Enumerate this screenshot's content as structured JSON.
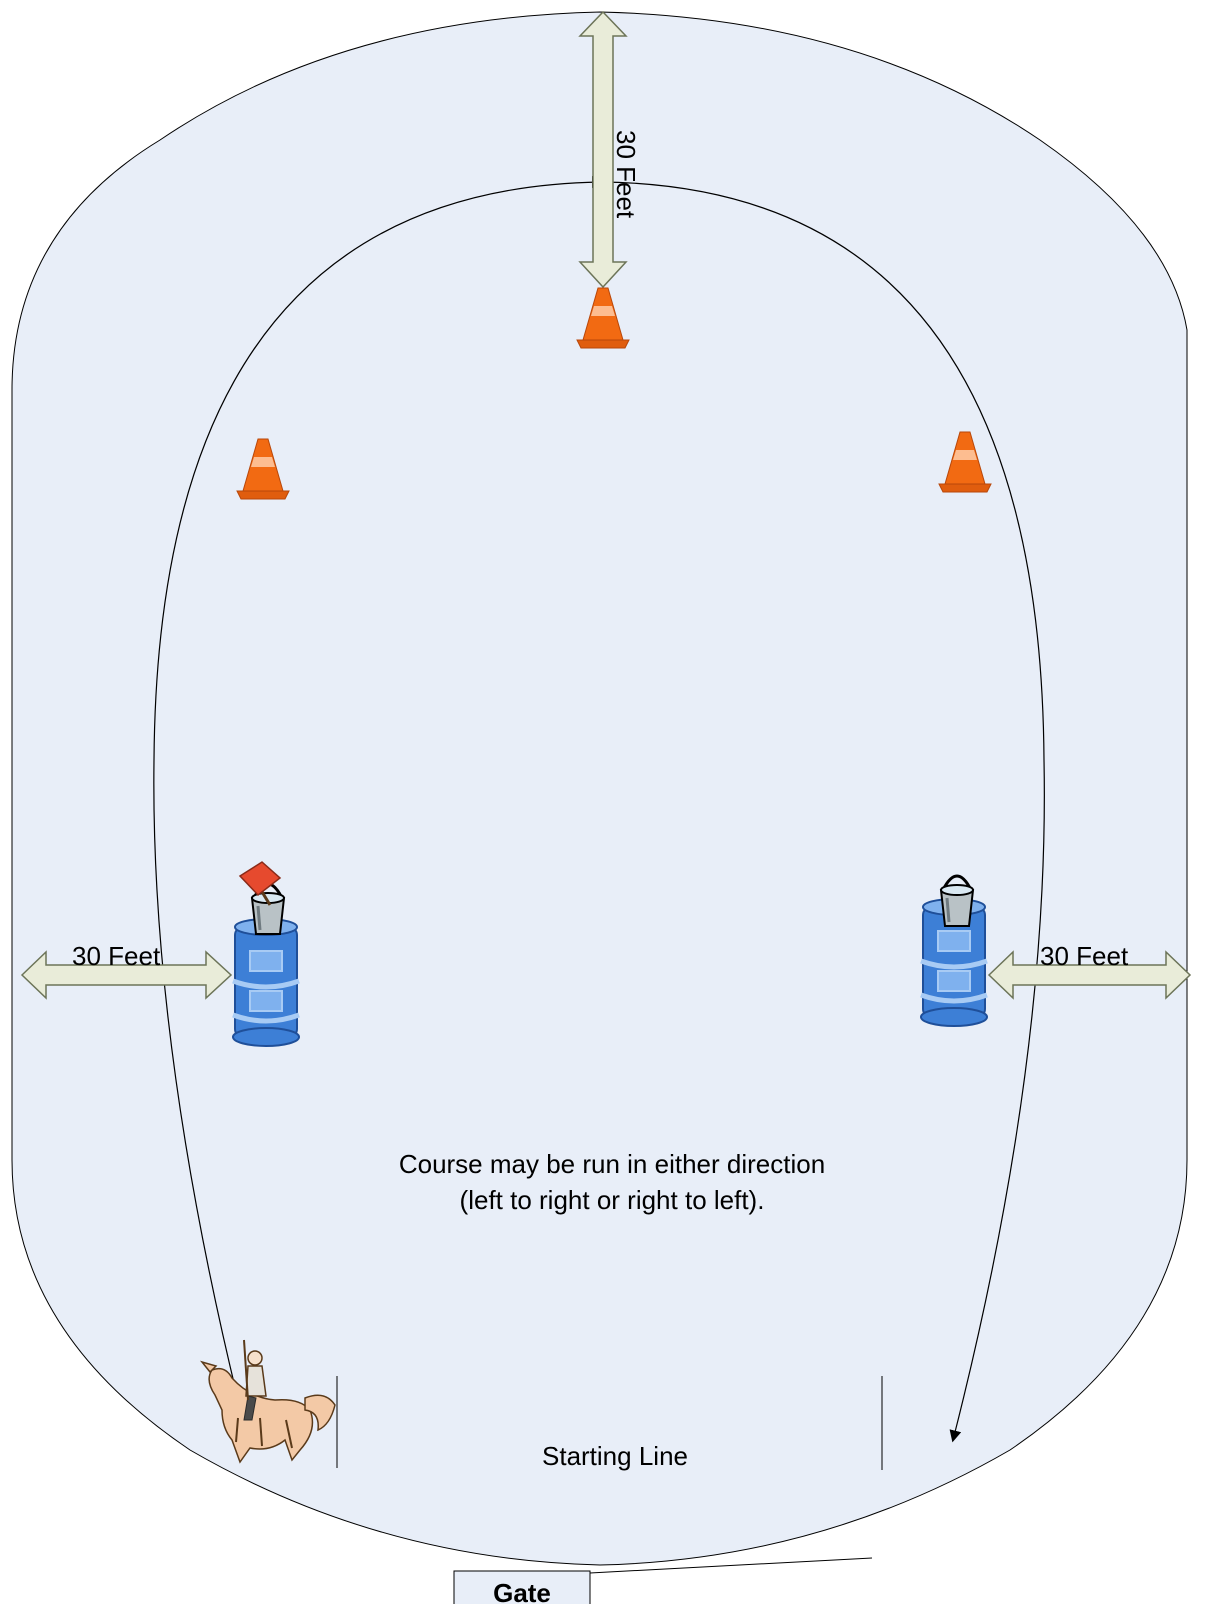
{
  "labels": {
    "top_distance": "30 Feet",
    "left_distance": "30 Feet",
    "right_distance": "30 Feet",
    "note_line1": "Course may be run in either direction",
    "note_line2": "(left to right or right to left).",
    "starting_line": "Starting Line",
    "gate": "Gate"
  },
  "colors": {
    "arena_fill": "#e8eef8",
    "arrow_fill": "#e9ecd9",
    "cone": "#f26a12",
    "barrel": "#3d7fd6",
    "bucket": "#6f7a80",
    "flag": "#e64a2e"
  },
  "icons": [
    "cone-icon",
    "barrel-icon",
    "bucket-icon",
    "flag-icon",
    "horse-rider-icon"
  ]
}
